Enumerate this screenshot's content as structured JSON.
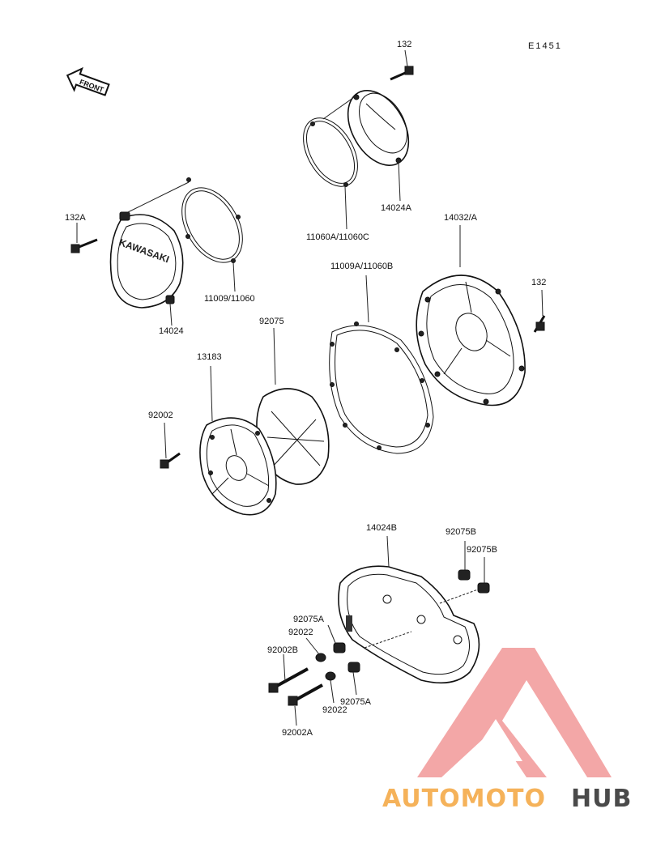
{
  "diagram": {
    "code": "E1451",
    "front_arrow_label": "FRONT",
    "labels": {
      "p132_top": "132",
      "p14024A": "14024A",
      "p11060A": "11060A/11060C",
      "p14032A": "14032/A",
      "p132A": "132A",
      "p11009": "11009/11060",
      "p14024": "14024",
      "p11009A": "11009A/11060B",
      "p132_right": "132",
      "p92075": "92075",
      "p13183": "13183",
      "p92002": "92002",
      "p14024B": "14024B",
      "p92075B_1": "92075B",
      "p92075B_2": "92075B",
      "p92075A_1": "92075A",
      "p92022_1": "92022",
      "p92002B": "92002B",
      "p92022_2": "92022",
      "p92075A_2": "92075A",
      "p92002A": "92002A"
    },
    "cover_logo": "KAWASAKI"
  },
  "watermark": {
    "text_a": "AUTOMOTO",
    "text_b": "HUB",
    "color_a": "#f5b25a",
    "color_b": "#4a4a4a",
    "logo_color": "#f08a8a"
  }
}
